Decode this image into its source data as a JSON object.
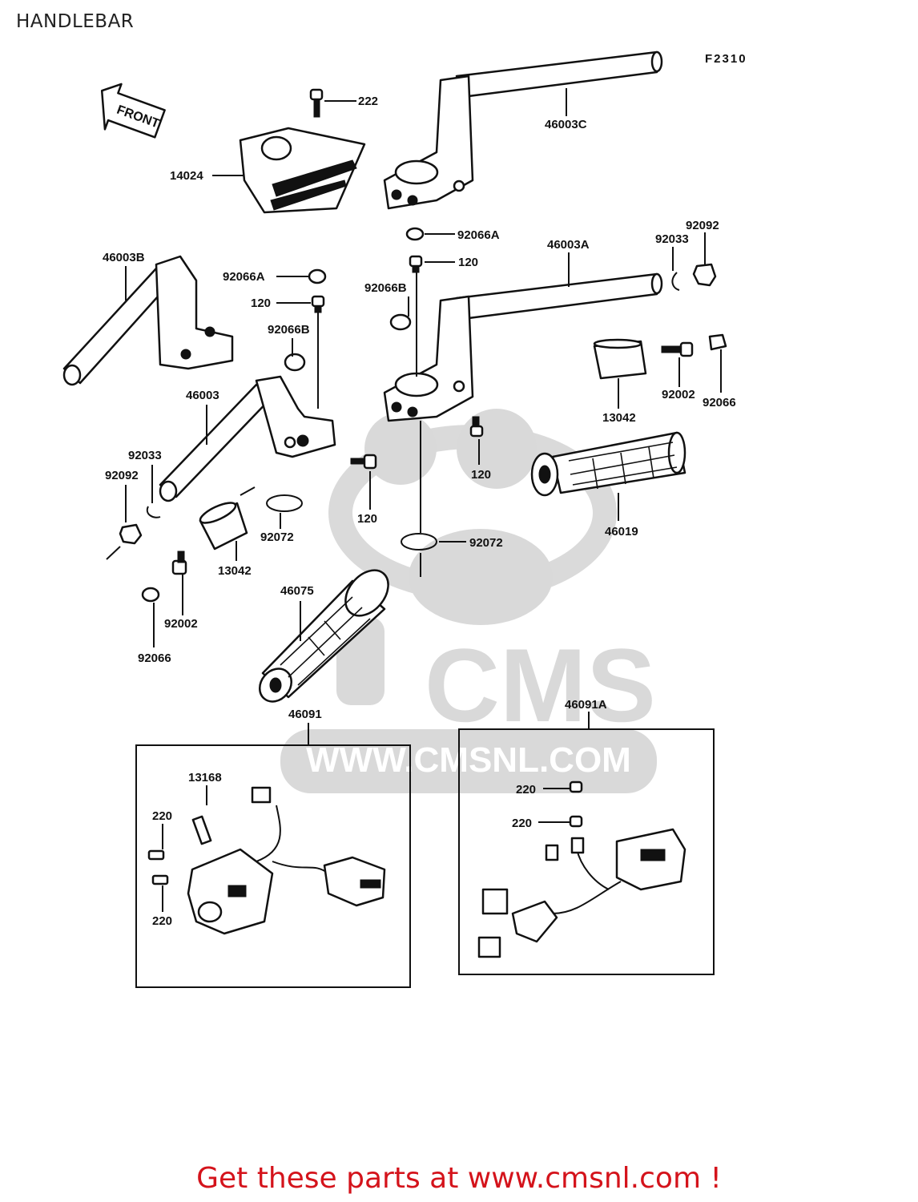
{
  "page_title": "HANDLEBAR",
  "diagram_code": "F2310",
  "front_arrow_label": "FRONT",
  "watermark": {
    "brand": "CMS",
    "url": "WWW.CMSNL.COM"
  },
  "footer_cta": "Get these parts at www.cmsnl.com !",
  "groups": [
    {
      "id": "46091",
      "label": "46091"
    },
    {
      "id": "46091A",
      "label": "46091A"
    }
  ],
  "part_labels": [
    {
      "key": "222",
      "text": "222"
    },
    {
      "key": "14024",
      "text": "14024"
    },
    {
      "key": "46003C",
      "text": "46003C"
    },
    {
      "key": "92066A_top",
      "text": "92066A"
    },
    {
      "key": "46003A",
      "text": "46003A"
    },
    {
      "key": "92033_right",
      "text": "92033"
    },
    {
      "key": "92092_right",
      "text": "92092"
    },
    {
      "key": "46003B",
      "text": "46003B"
    },
    {
      "key": "92066A_left",
      "text": "92066A"
    },
    {
      "key": "120_mid",
      "text": "120"
    },
    {
      "key": "92066B_right",
      "text": "92066B"
    },
    {
      "key": "120_left",
      "text": "120"
    },
    {
      "key": "92066B_left",
      "text": "92066B"
    },
    {
      "key": "46003",
      "text": "46003"
    },
    {
      "key": "92002_right",
      "text": "92002"
    },
    {
      "key": "92066_right",
      "text": "92066"
    },
    {
      "key": "13042_right",
      "text": "13042"
    },
    {
      "key": "120_lower_right",
      "text": "120"
    },
    {
      "key": "92033_left",
      "text": "92033"
    },
    {
      "key": "92092_left",
      "text": "92092"
    },
    {
      "key": "120_lower_mid",
      "text": "120"
    },
    {
      "key": "92072_left",
      "text": "92072"
    },
    {
      "key": "92072_right",
      "text": "92072"
    },
    {
      "key": "46019",
      "text": "46019"
    },
    {
      "key": "13042_left",
      "text": "13042"
    },
    {
      "key": "46075",
      "text": "46075"
    },
    {
      "key": "92002_left",
      "text": "92002"
    },
    {
      "key": "92066_left",
      "text": "92066"
    },
    {
      "key": "13168",
      "text": "13168"
    },
    {
      "key": "220_a",
      "text": "220"
    },
    {
      "key": "220_b",
      "text": "220"
    },
    {
      "key": "220_c",
      "text": "220"
    },
    {
      "key": "220_d",
      "text": "220"
    }
  ]
}
